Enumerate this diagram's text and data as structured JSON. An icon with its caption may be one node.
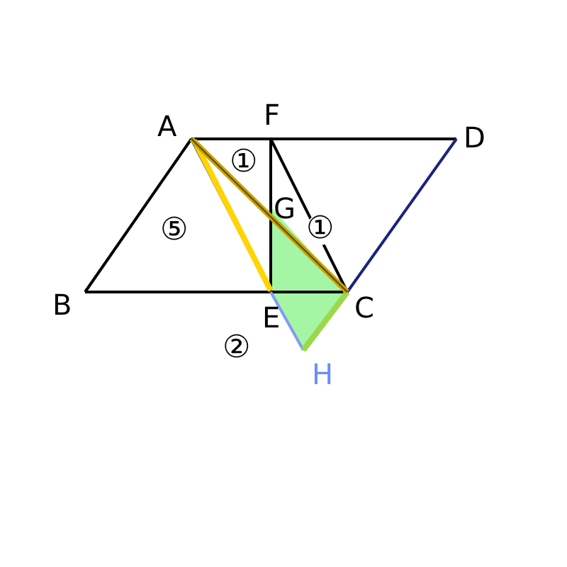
{
  "diagram": {
    "labels": [
      "A",
      "F",
      "D",
      "①",
      "G",
      "⑤",
      "①",
      "B",
      "E",
      "C",
      "②",
      "H"
    ]
  }
}
